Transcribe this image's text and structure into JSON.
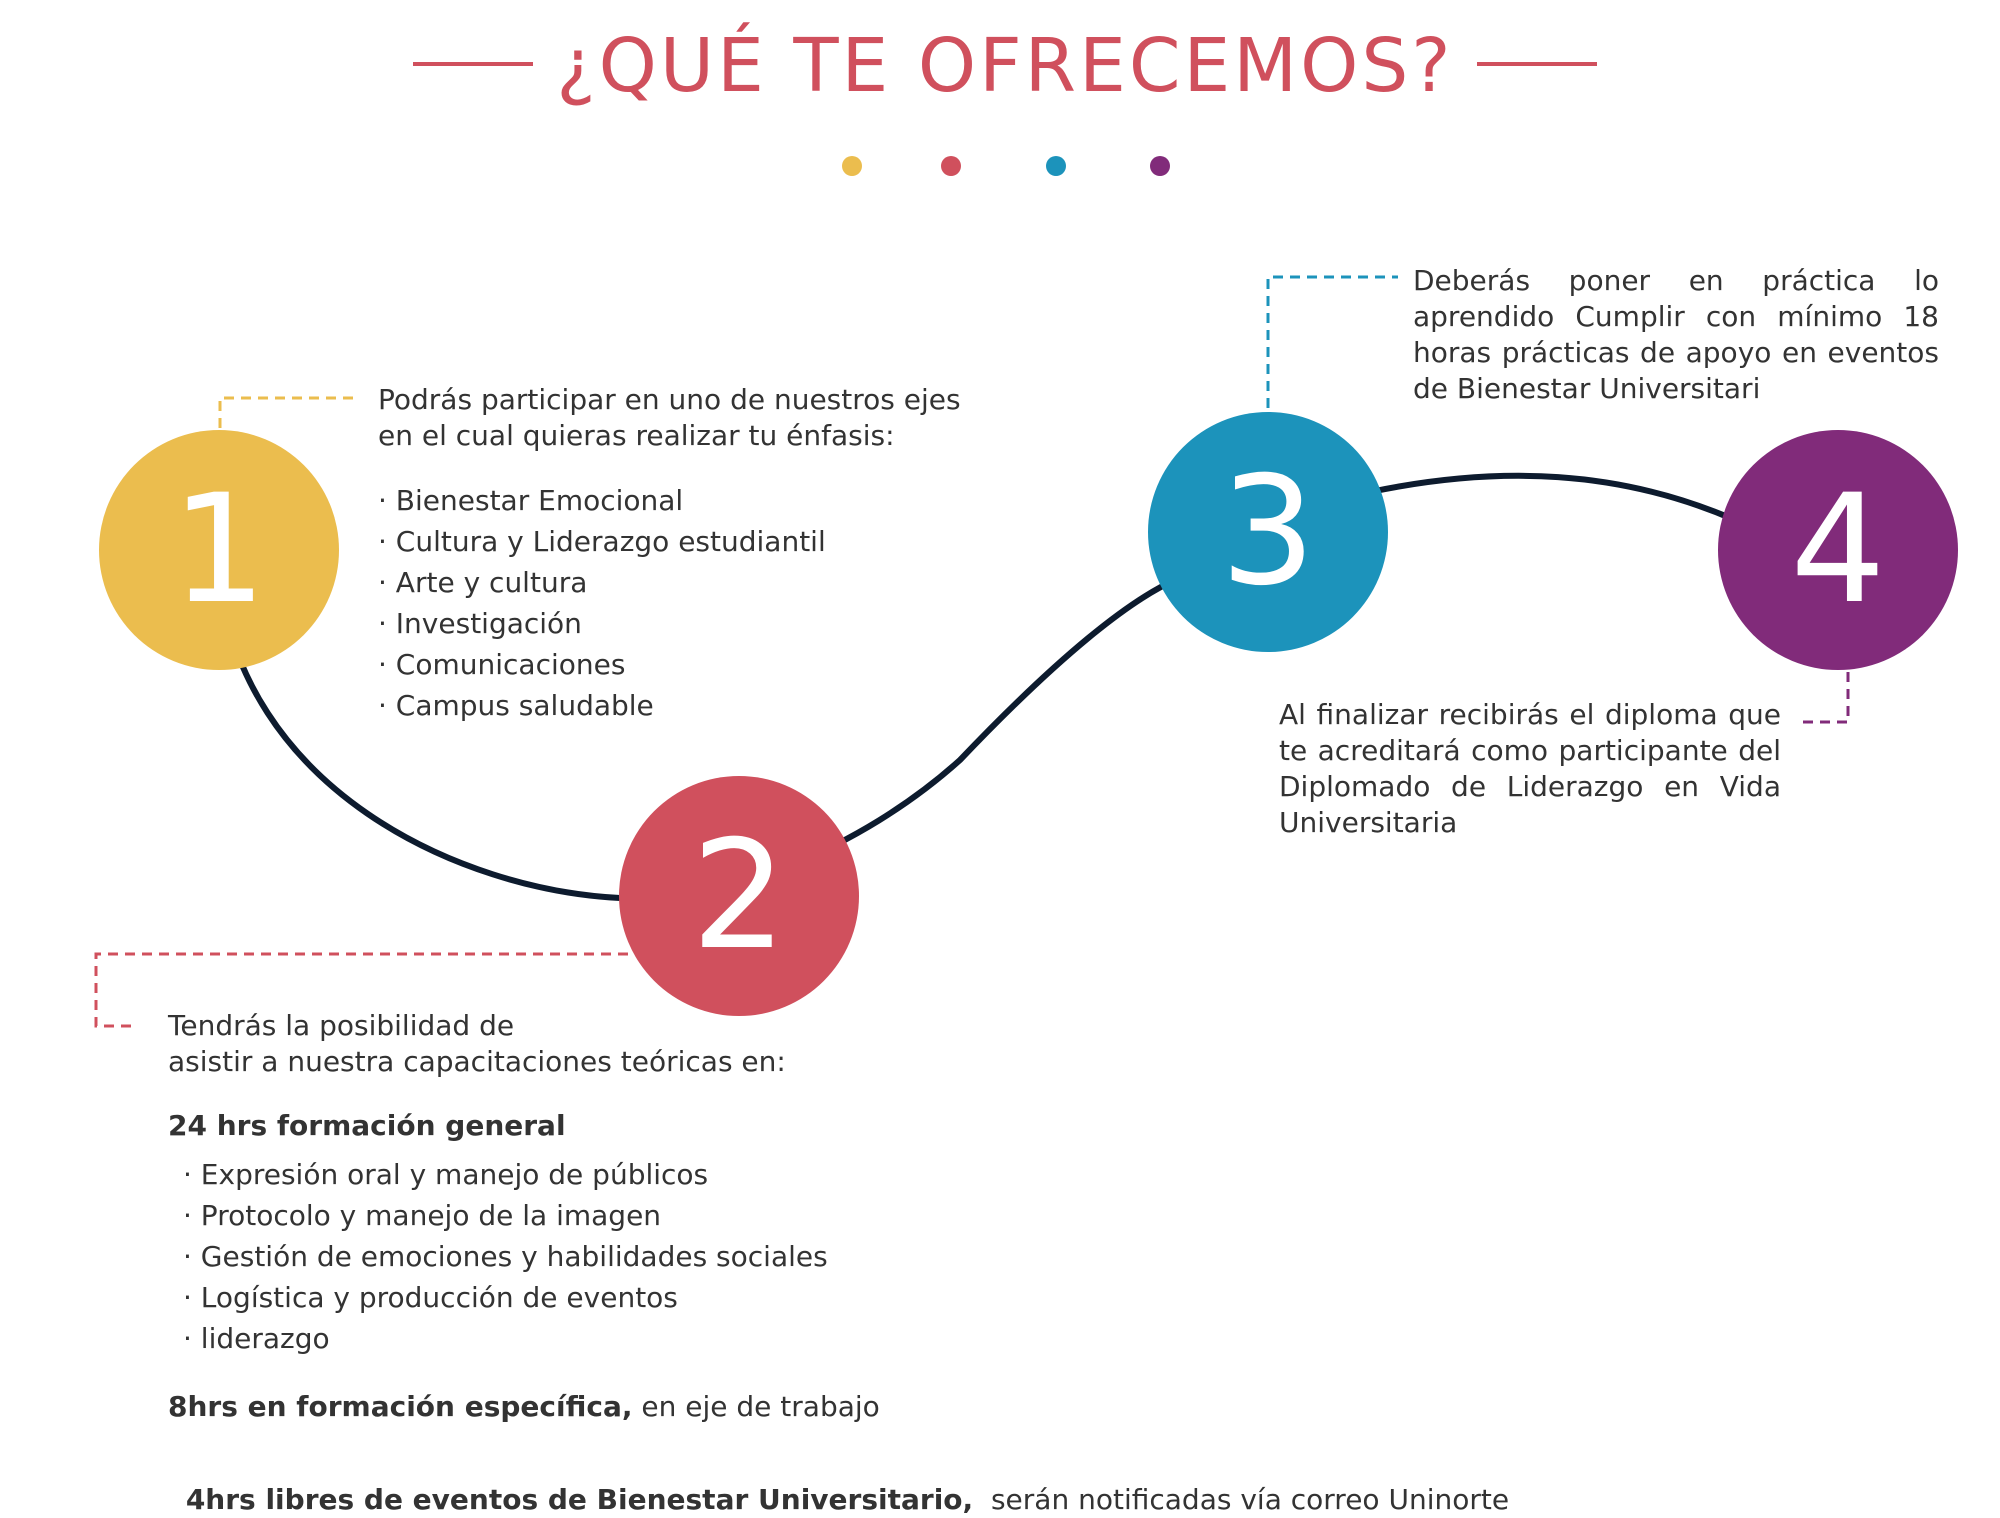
{
  "header": {
    "title": "¿QUÉ TE OFRECEMOS?",
    "dots": [
      "#ebbd4e",
      "#d0505d",
      "#1c93bb",
      "#812b7a"
    ]
  },
  "colors": {
    "step1": "#ebbd4e",
    "step2": "#d0505d",
    "step3": "#1c93bb",
    "step4": "#812b7a",
    "path": "#0d1b2e",
    "text": "#333333"
  },
  "steps": [
    {
      "number": "1",
      "intro_line1": "Podrás participar en uno de nuestros ejes",
      "intro_line2": "en el cual quieras realizar tu énfasis:",
      "items": [
        "· Bienestar Emocional",
        "· Cultura y Liderazgo estudiantil",
        "· Arte y cultura",
        "· Investigación",
        "· Comunicaciones",
        "· Campus saludable"
      ]
    },
    {
      "number": "2",
      "intro_line1": "Tendrás la posibilidad de",
      "intro_line2": "asistir a nuestra capacitaciones teóricas en:",
      "general_heading": "24 hrs formación general",
      "items": [
        "· Expresión oral y manejo de públicos",
        "· Protocolo y manejo de la imagen",
        "· Gestión de emociones y habilidades sociales",
        "· Logística y producción de eventos",
        "· liderazgo"
      ],
      "specific_bold": "8hrs en formación específica,",
      "specific_rest": " en eje de trabajo",
      "free_bold": "4hrs libres de eventos de Bienestar Universitario,",
      "free_rest": "  serán notificadas vía correo Uninorte"
    },
    {
      "number": "3",
      "text": "Deberás poner en práctica lo aprendido Cumplir con mínimo 18 horas prácticas de apoyo en eventos de Bienestar Universitari"
    },
    {
      "number": "4",
      "text": "Al finalizar recibirás el diploma que te acreditará como participante del Diplomado de Liderazgo en Vida Universitaria"
    }
  ]
}
